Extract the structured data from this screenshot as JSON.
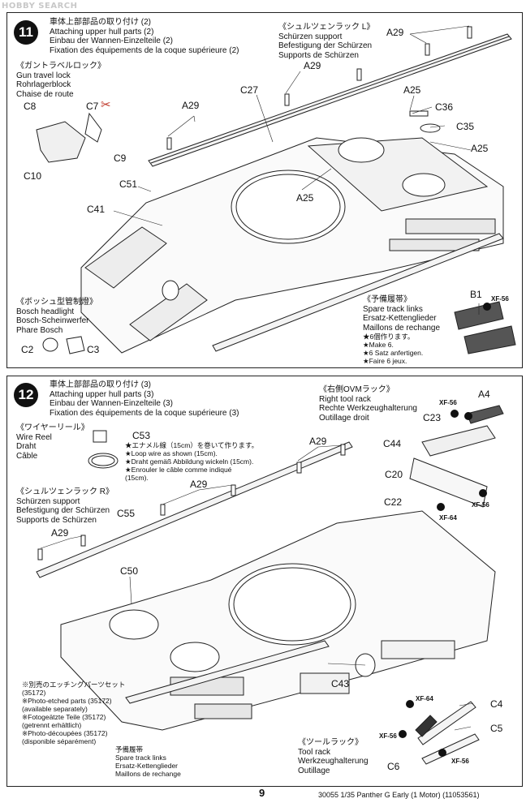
{
  "watermark": "HOBBY SEARCH",
  "step11": {
    "number": "11",
    "heading": [
      "車体上部部品の取り付け (2)",
      "Attaching upper hull parts (2)",
      "Einbau der Wannen-Einzelteile (2)",
      "Fixation des équipements de la coque supérieure (2)"
    ],
    "schurzen_support": [
      "《シュルツェンラック L》",
      "Schürzen support",
      "Befestigung der Schürzen",
      "Supports de Schürzen"
    ],
    "gun_travel_lock": [
      "《ガントラベルロック》",
      "Gun travel lock",
      "Rohrlagerblock",
      "Chaise de route"
    ],
    "bosch": [
      "《ボッシュ型管制燈》",
      "Bosch headlight",
      "Bosch-Scheinwerfer",
      "Phare Bosch"
    ],
    "spare_track": [
      "《予備履帯》",
      "Spare track links",
      "Ersatz-Kettenglieder",
      "Maillons de rechange",
      "★6個作ります。",
      "★Make 6.",
      "★6 Satz anfertigen.",
      "★Faire 6 jeux."
    ],
    "parts": {
      "a29a": "A29",
      "a29b": "A29",
      "a29c": "A29",
      "c27": "C27",
      "a25a": "A25",
      "a25b": "A25",
      "a25c": "A25",
      "c36": "C36",
      "c35": "C35",
      "c8": "C8",
      "c7": "C7",
      "c9": "C9",
      "c10": "C10",
      "c51": "C51",
      "c41": "C41",
      "c2": "C2",
      "c3": "C3",
      "b1": "B1",
      "xf56": "XF-56"
    }
  },
  "step12": {
    "number": "12",
    "heading": [
      "車体上部部品の取り付け (3)",
      "Attaching upper hull parts (3)",
      "Einbau der Wannen-Einzelteile (3)",
      "Fixation des équipements de la coque supérieure (3)"
    ],
    "right_tool_rack": [
      "《右側OVMラック》",
      "Right tool rack",
      "Rechte Werkzeughalterung",
      "Outillage droit"
    ],
    "wire_reel": [
      "《ワイヤーリール》",
      "Wire Reel",
      "Draht",
      "Câble"
    ],
    "wire_note": [
      "★エナメル線（15cm）を巻いて作ります。",
      "★Loop wire as shown (15cm).",
      "★Draht gemäß Abbildung wickeln (15cm).",
      "★Enrouler le câble comme indiqué",
      "(15cm)."
    ],
    "schurzen_support": [
      "《シュルツェンラック R》",
      "Schürzen support",
      "Befestigung der Schürzen",
      "Supports de Schürzen"
    ],
    "photo_etched": [
      "※別売のエッチングパーツセット",
      "(35172)",
      "※Photo-etched parts (35172)",
      "(available separately)",
      "※Fotogeätzte Teile (35172)",
      "(getrennt erhältlich)",
      "※Photo-découpées (35172)",
      "(disponible séparément)"
    ],
    "spare_track": [
      "予備履帯",
      "Spare track links",
      "Ersatz-Kettenglieder",
      "Maillons de rechange"
    ],
    "tool_rack": [
      "《ツールラック》",
      "Tool rack",
      "Werkzeughalterung",
      "Outillage"
    ],
    "parts": {
      "a4": "A4",
      "c23": "C23",
      "c44": "C44",
      "c20": "C20",
      "c22": "C22",
      "c53": "C53",
      "a29a": "A29",
      "a29b": "A29",
      "a29c": "A29",
      "c55": "C55",
      "c50": "C50",
      "c43": "C43",
      "c4": "C4",
      "c5": "C5",
      "c6": "C6",
      "xf56a": "XF-56",
      "xf56b": "XF-56",
      "xf64a": "XF-64",
      "xf64b": "XF-64",
      "xf56c": "XF-56",
      "xf56d": "XF-56"
    }
  },
  "footer": {
    "page_number": "9",
    "product": "30055  1/35 Panther G Early (1 Motor) (11053561)"
  }
}
